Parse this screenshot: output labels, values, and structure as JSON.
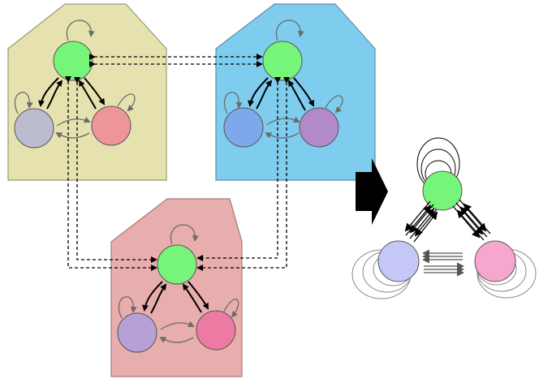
{
  "houses": [
    {
      "id": "yellow",
      "fill": "#e6e2b0",
      "stroke": "#9c9a73",
      "nodes": {
        "top": "#77f57a",
        "left": "#bcbccf",
        "right": "#ee959a"
      }
    },
    {
      "id": "blue",
      "fill": "#7fcdee",
      "stroke": "#5e8fa9",
      "nodes": {
        "top": "#77f57a",
        "left": "#7fa8ea",
        "right": "#b18ac7"
      }
    },
    {
      "id": "red",
      "fill": "#e8adad",
      "stroke": "#a57a7a",
      "nodes": {
        "top": "#77f57a",
        "left": "#b6a0d6",
        "right": "#ec7aa3"
      }
    }
  ],
  "arrow_color": "#000000",
  "big_arrow_color": "#000000",
  "reduced_graph": {
    "top_color": "#77f57a",
    "left_color": "#c5c8f7",
    "right_color": "#f6a6cf"
  }
}
